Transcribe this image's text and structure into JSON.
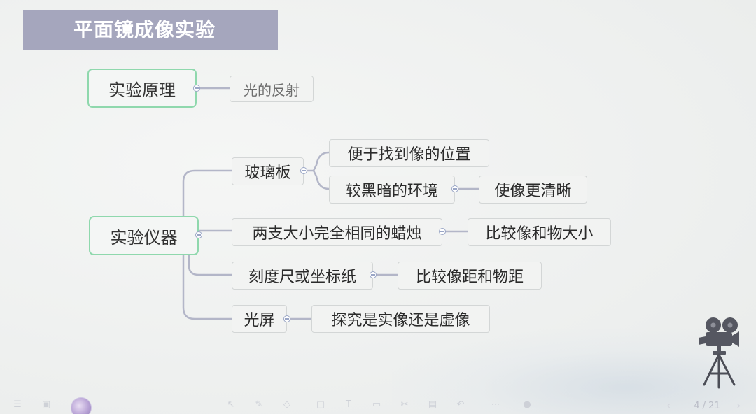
{
  "slide": {
    "title": "平面镜成像实验",
    "page_indicator": "4 / 21"
  },
  "mindmap": {
    "principle": {
      "label": "实验原理",
      "child": "光的反射"
    },
    "apparatus": {
      "label": "实验仪器",
      "items": [
        {
          "label": "玻璃板",
          "children": [
            {
              "label": "便于找到像的位置"
            },
            {
              "label": "较黑暗的环境",
              "child": "使像更清晰"
            }
          ]
        },
        {
          "label": "两支大小完全相同的蜡烛",
          "child": "比较像和物大小"
        },
        {
          "label": "刻度尺或坐标纸",
          "child": "比较像距和物距"
        },
        {
          "label": "光屏",
          "child": "探究是实像还是虚像"
        }
      ]
    }
  },
  "colors": {
    "banner": "#a5a6bd",
    "root_border": "#8fd8ad",
    "connector": "#b3b6c8"
  },
  "icons": {
    "decoration": "film-camera-icon"
  }
}
